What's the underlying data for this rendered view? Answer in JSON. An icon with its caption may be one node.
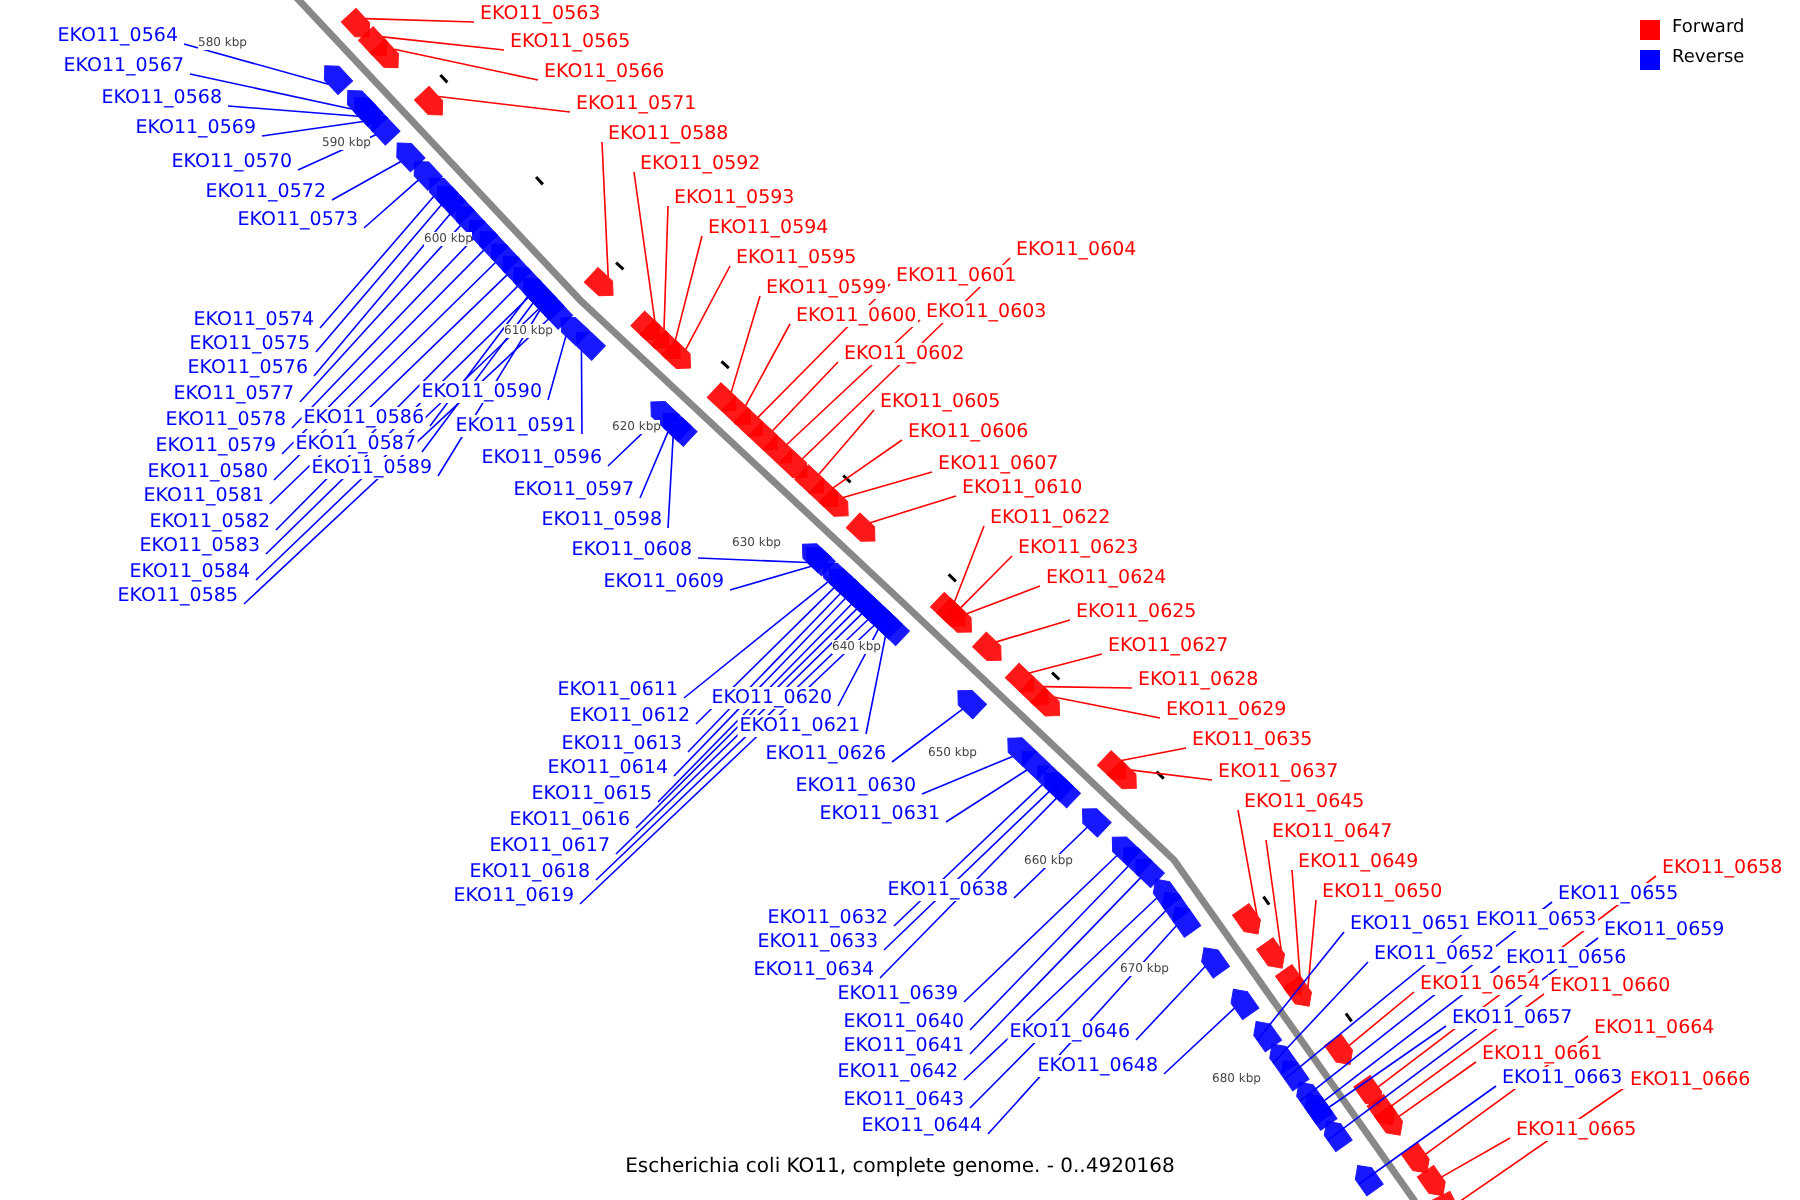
{
  "diagram": {
    "caption": "Escherichia coli KO11, complete genome. - 0..4920168",
    "nodes": [
      {
        "text": [
          "EKO11_0563"
        ]
      },
      {
        "text": [
          "EKO11_0564"
        ]
      },
      {
        "text": [
          "EKO11_0565"
        ]
      },
      {
        "text": [
          "EKO11_0566"
        ]
      },
      {
        "text": [
          "EKO11_0567"
        ]
      },
      {
        "text": [
          "EKO11_0568"
        ]
      },
      {
        "text": [
          "EKO11_0569"
        ]
      },
      {
        "text": [
          "EKO11_0570"
        ]
      },
      {
        "text": [
          "EKO11_0571"
        ]
      },
      {
        "text": [
          "EKO11_0572"
        ]
      },
      {
        "text": [
          "EKO11_0573"
        ]
      },
      {
        "text": [
          "EKO11_0574"
        ]
      },
      {
        "text": [
          "EKO11_0575"
        ]
      },
      {
        "text": [
          "EKO11_0576"
        ]
      },
      {
        "text": [
          "EKO11_0577"
        ]
      },
      {
        "text": [
          "EKO11_0578"
        ]
      },
      {
        "text": [
          "EKO11_0579"
        ]
      },
      {
        "text": [
          "EKO11_0580"
        ]
      },
      {
        "text": [
          "EKO11_0581"
        ]
      },
      {
        "text": [
          "EKO11_0582"
        ]
      },
      {
        "text": [
          "EKO11_0583"
        ]
      },
      {
        "text": [
          "EKO11_0584"
        ]
      },
      {
        "text": [
          "EKO11_0585"
        ]
      },
      {
        "text": [
          "EKO11_0586"
        ]
      },
      {
        "text": [
          "EKO11_0587"
        ]
      },
      {
        "text": [
          "EKO11_0588"
        ]
      },
      {
        "text": [
          "EKO11_0589"
        ]
      },
      {
        "text": [
          "EKO11_0590"
        ]
      },
      {
        "text": [
          "EKO11_0591"
        ]
      },
      {
        "text": [
          "EKO11_0592"
        ]
      },
      {
        "text": [
          "EKO11_0593"
        ]
      },
      {
        "text": [
          "EKO11_0594"
        ]
      },
      {
        "text": [
          "EKO11_0595"
        ]
      },
      {
        "text": [
          "EKO11_0596"
        ]
      },
      {
        "text": [
          "EKO11_0597"
        ]
      },
      {
        "text": [
          "EKO11_0598"
        ]
      },
      {
        "text": [
          "EKO11_0599"
        ]
      },
      {
        "text": [
          "EKO11_0600"
        ]
      },
      {
        "text": [
          "EKO11_0601"
        ]
      },
      {
        "text": [
          "EKO11_0602"
        ]
      },
      {
        "text": [
          "EKO11_0603"
        ]
      },
      {
        "text": [
          "EKO11_0604"
        ]
      },
      {
        "text": [
          "EKO11_0605"
        ]
      },
      {
        "text": [
          "EKO11_0606"
        ]
      },
      {
        "text": [
          "EKO11_0607"
        ]
      },
      {
        "text": [
          "EKO11_0608"
        ]
      },
      {
        "text": [
          "EKO11_0609"
        ]
      },
      {
        "text": [
          "EKO11_0610"
        ]
      },
      {
        "text": [
          "EKO11_0611"
        ]
      },
      {
        "text": [
          "EKO11_0612"
        ]
      },
      {
        "text": [
          "EKO11_0613"
        ]
      },
      {
        "text": [
          "EKO11_0614"
        ]
      },
      {
        "text": [
          "EKO11_0615"
        ]
      },
      {
        "text": [
          "EKO11_0616"
        ]
      },
      {
        "text": [
          "EKO11_0617"
        ]
      },
      {
        "text": [
          "EKO11_0618"
        ]
      },
      {
        "text": [
          "EKO11_0619"
        ]
      },
      {
        "text": [
          "EKO11_0620"
        ]
      },
      {
        "text": [
          "EKO11_0621"
        ]
      },
      {
        "text": [
          "EKO11_0622"
        ]
      },
      {
        "text": [
          "EKO11_0623"
        ]
      },
      {
        "text": [
          "EKO11_0624"
        ]
      },
      {
        "text": [
          "EKO11_0625"
        ]
      },
      {
        "text": [
          "EKO11_0626"
        ]
      },
      {
        "text": [
          "EKO11_0627"
        ]
      },
      {
        "text": [
          "EKO11_0628"
        ]
      },
      {
        "text": [
          "EKO11_0629"
        ]
      },
      {
        "text": [
          "EKO11_0630"
        ]
      },
      {
        "text": [
          "EKO11_0631"
        ]
      },
      {
        "text": [
          "EKO11_0632"
        ]
      },
      {
        "text": [
          "EKO11_0633"
        ]
      },
      {
        "text": [
          "EKO11_0634"
        ]
      },
      {
        "text": [
          "EKO11_0635"
        ]
      },
      {
        "text": [
          "EKO11_0637"
        ]
      },
      {
        "text": [
          "EKO11_0638"
        ]
      },
      {
        "text": [
          "EKO11_0639"
        ]
      },
      {
        "text": [
          "EKO11_0640"
        ]
      },
      {
        "text": [
          "EKO11_0641"
        ]
      },
      {
        "text": [
          "EKO11_0642"
        ]
      },
      {
        "text": [
          "EKO11_0643"
        ]
      },
      {
        "text": [
          "EKO11_0644"
        ]
      },
      {
        "text": [
          "EKO11_0645"
        ]
      },
      {
        "text": [
          "EKO11_0646"
        ]
      },
      {
        "text": [
          "EKO11_0647"
        ]
      },
      {
        "text": [
          "EKO11_0648"
        ]
      },
      {
        "text": [
          "EKO11_0649"
        ]
      },
      {
        "text": [
          "EKO11_0650"
        ]
      },
      {
        "text": [
          "EKO11_0651"
        ]
      },
      {
        "text": [
          "EKO11_0652"
        ]
      },
      {
        "text": [
          "EKO11_0653"
        ]
      },
      {
        "text": [
          "EKO11_0654"
        ]
      },
      {
        "text": [
          "EKO11_0655"
        ]
      },
      {
        "text": [
          "EKO11_0656"
        ]
      },
      {
        "text": [
          "EKO11_0657"
        ]
      },
      {
        "text": [
          "EKO11_0658"
        ]
      },
      {
        "text": [
          "EKO11_0659"
        ]
      },
      {
        "text": [
          "EKO11_0660"
        ]
      },
      {
        "text": [
          "EKO11_0661"
        ]
      },
      {
        "text": [
          "EKO11_0663"
        ]
      },
      {
        "text": [
          "EKO11_0664"
        ]
      },
      {
        "text": [
          "EKO11_0665"
        ]
      },
      {
        "text": [
          "EKO11_0666"
        ]
      },
      {
        "text": [],
        "shape": "arrow"
      },
      {
        "text": [],
        "shape": "arrow"
      },
      {
        "text": [],
        "shape": "arrow"
      },
      {
        "text": [],
        "shape": "arrow"
      },
      {
        "text": [],
        "shape": "arrow"
      },
      {
        "text": [],
        "shape": "arrow"
      },
      {
        "text": [],
        "shape": "arrow"
      },
      {
        "text": [],
        "shape": "arrow"
      },
      {
        "text": [],
        "shape": "arrow"
      },
      {
        "text": [],
        "shape": "arrow"
      },
      {
        "text": [],
        "shape": "arrow"
      },
      {
        "text": [],
        "shape": "arrow"
      },
      {
        "text": [],
        "shape": "arrow"
      },
      {
        "text": [],
        "shape": "arrow"
      },
      {
        "text": [],
        "shape": "arrow"
      },
      {
        "text": [],
        "shape": "arrow"
      },
      {
        "text": [],
        "shape": "arrow"
      },
      {
        "text": [],
        "shape": "arrow"
      },
      {
        "text": [],
        "shape": "arrow"
      },
      {
        "text": [],
        "shape": "arrow"
      },
      {
        "text": [],
        "shape": "arrow"
      },
      {
        "text": [],
        "shape": "arrow"
      },
      {
        "text": [],
        "shape": "arrow"
      },
      {
        "text": [],
        "shape": "arrow"
      },
      {
        "text": [],
        "shape": "arrow"
      },
      {
        "text": [],
        "shape": "arrow"
      },
      {
        "text": [],
        "shape": "arrow"
      },
      {
        "text": [],
        "shape": "arrow"
      },
      {
        "text": [],
        "shape": "arrow"
      },
      {
        "text": [],
        "shape": "arrow"
      },
      {
        "text": [],
        "shape": "arrow"
      },
      {
        "text": [],
        "shape": "arrow"
      },
      {
        "text": [],
        "shape": "arrow"
      },
      {
        "text": [],
        "shape": "arrow"
      },
      {
        "text": [],
        "shape": "arrow"
      },
      {
        "text": [],
        "shape": "arrow"
      },
      {
        "text": [],
        "shape": "arrow"
      },
      {
        "text": [],
        "shape": "arrow"
      },
      {
        "text": [],
        "shape": "arrow"
      },
      {
        "text": [],
        "shape": "arrow"
      },
      {
        "text": [],
        "shape": "arrow"
      },
      {
        "text": [],
        "shape": "arrow"
      },
      {
        "text": [],
        "shape": "arrow"
      },
      {
        "text": [],
        "shape": "arrow"
      },
      {
        "text": [],
        "shape": "arrow"
      },
      {
        "text": [],
        "shape": "arrow"
      },
      {
        "text": [],
        "shape": "arrow"
      },
      {
        "text": [],
        "shape": "arrow"
      },
      {
        "text": [],
        "shape": "arrow"
      },
      {
        "text": [],
        "shape": "arrow"
      },
      {
        "text": [],
        "shape": "arrow"
      },
      {
        "text": [],
        "shape": "arrow"
      },
      {
        "text": [],
        "shape": "arrow"
      },
      {
        "text": [],
        "shape": "arrow"
      },
      {
        "text": [],
        "shape": "arrow"
      },
      {
        "text": [],
        "shape": "arrow"
      },
      {
        "text": [],
        "shape": "arrow"
      },
      {
        "text": [],
        "shape": "arrow"
      },
      {
        "text": [],
        "shape": "arrow"
      },
      {
        "text": [],
        "shape": "arrow"
      },
      {
        "text": [],
        "shape": "arrow"
      },
      {
        "text": [],
        "shape": "arrow"
      },
      {
        "text": [],
        "shape": "arrow"
      },
      {
        "text": [],
        "shape": "arrow"
      },
      {
        "text": [],
        "shape": "arrow"
      },
      {
        "text": [],
        "shape": "arrow"
      },
      {
        "text": [],
        "shape": "arrow"
      },
      {
        "text": [],
        "shape": "arrow"
      },
      {
        "text": [],
        "shape": "arrow"
      },
      {
        "text": [],
        "shape": "arrow"
      },
      {
        "text": [],
        "shape": "arrow"
      },
      {
        "text": [],
        "shape": "arrow"
      },
      {
        "text": [],
        "shape": "arrow"
      },
      {
        "text": [],
        "shape": "arrow"
      },
      {
        "text": [],
        "shape": "arrow"
      },
      {
        "text": [],
        "shape": "arrow"
      },
      {
        "text": [],
        "shape": "arrow"
      },
      {
        "text": [],
        "shape": "arrow"
      },
      {
        "text": [],
        "shape": "arrow"
      },
      {
        "text": [],
        "shape": "arrow"
      },
      {
        "text": [],
        "shape": "arrow"
      },
      {
        "text": [],
        "shape": "arrow"
      },
      {
        "text": [],
        "shape": "arrow"
      },
      {
        "text": [],
        "shape": "arrow"
      },
      {
        "text": [],
        "shape": "arrow"
      },
      {
        "text": [],
        "shape": "arrow"
      },
      {
        "text": [],
        "shape": "arrow"
      },
      {
        "text": [],
        "shape": "arrow"
      },
      {
        "text": [],
        "shape": "arrow"
      },
      {
        "text": [],
        "shape": "arrow"
      },
      {
        "text": [],
        "shape": "arrow"
      },
      {
        "text": [],
        "shape": "arrow"
      },
      {
        "text": [],
        "shape": "arrow"
      },
      {
        "text": [],
        "shape": "arrow"
      },
      {
        "text": [],
        "shape": "arrow"
      },
      {
        "text": [],
        "shape": "arrow"
      },
      {
        "text": [],
        "shape": "arrow"
      },
      {
        "text": [],
        "shape": "arrow"
      },
      {
        "text": [],
        "shape": "arrow"
      },
      {
        "text": [],
        "shape": "arrow"
      },
      {
        "text": [],
        "shape": "arrow"
      },
      {
        "text": [],
        "shape": "arrow"
      }
    ],
    "edges": [
      {
        "from": 0,
        "to": 102,
        "arrow": "none",
        "color": "#ff0000"
      },
      {
        "from": 1,
        "to": 103,
        "arrow": "none",
        "color": "#0000ff"
      },
      {
        "from": 2,
        "to": 104,
        "arrow": "none",
        "color": "#ff0000"
      },
      {
        "from": 3,
        "to": 105,
        "arrow": "none",
        "color": "#ff0000"
      },
      {
        "from": 4,
        "to": 106,
        "arrow": "none",
        "color": "#0000ff"
      },
      {
        "from": 5,
        "to": 107,
        "arrow": "none",
        "color": "#0000ff"
      },
      {
        "from": 6,
        "to": 108,
        "arrow": "none",
        "color": "#0000ff"
      },
      {
        "from": 7,
        "to": 109,
        "arrow": "none",
        "color": "#0000ff"
      },
      {
        "from": 8,
        "to": 110,
        "arrow": "none",
        "color": "#ff0000"
      },
      {
        "from": 9,
        "to": 111,
        "arrow": "none",
        "color": "#0000ff"
      },
      {
        "from": 10,
        "to": 112,
        "arrow": "none",
        "color": "#0000ff"
      },
      {
        "from": 11,
        "to": 113,
        "arrow": "none",
        "color": "#0000ff"
      },
      {
        "from": 12,
        "to": 114,
        "arrow": "none",
        "color": "#0000ff"
      },
      {
        "from": 13,
        "to": 115,
        "arrow": "none",
        "color": "#0000ff"
      },
      {
        "from": 14,
        "to": 116,
        "arrow": "none",
        "color": "#0000ff"
      },
      {
        "from": 15,
        "to": 117,
        "arrow": "none",
        "color": "#0000ff"
      },
      {
        "from": 16,
        "to": 118,
        "arrow": "none",
        "color": "#0000ff"
      },
      {
        "from": 17,
        "to": 119,
        "arrow": "none",
        "color": "#0000ff"
      },
      {
        "from": 18,
        "to": 120,
        "arrow": "none",
        "color": "#0000ff"
      },
      {
        "from": 19,
        "to": 121,
        "arrow": "none",
        "color": "#0000ff"
      },
      {
        "from": 20,
        "to": 122,
        "arrow": "none",
        "color": "#0000ff"
      },
      {
        "from": 21,
        "to": 123,
        "arrow": "none",
        "color": "#0000ff"
      },
      {
        "from": 22,
        "to": 124,
        "arrow": "none",
        "color": "#0000ff"
      },
      {
        "from": 23,
        "to": 125,
        "arrow": "none",
        "color": "#0000ff"
      },
      {
        "from": 24,
        "to": 126,
        "arrow": "none",
        "color": "#0000ff"
      },
      {
        "from": 25,
        "to": 127,
        "arrow": "none",
        "color": "#ff0000"
      },
      {
        "from": 26,
        "to": 128,
        "arrow": "none",
        "color": "#0000ff"
      },
      {
        "from": 27,
        "to": 129,
        "arrow": "none",
        "color": "#0000ff"
      },
      {
        "from": 28,
        "to": 130,
        "arrow": "none",
        "color": "#0000ff"
      },
      {
        "from": 29,
        "to": 131,
        "arrow": "none",
        "color": "#ff0000"
      },
      {
        "from": 30,
        "to": 132,
        "arrow": "none",
        "color": "#ff0000"
      },
      {
        "from": 31,
        "to": 133,
        "arrow": "none",
        "color": "#ff0000"
      },
      {
        "from": 32,
        "to": 134,
        "arrow": "none",
        "color": "#ff0000"
      },
      {
        "from": 33,
        "to": 135,
        "arrow": "none",
        "color": "#0000ff"
      },
      {
        "from": 34,
        "to": 136,
        "arrow": "none",
        "color": "#0000ff"
      },
      {
        "from": 35,
        "to": 137,
        "arrow": "none",
        "color": "#0000ff"
      },
      {
        "from": 36,
        "to": 138,
        "arrow": "none",
        "color": "#ff0000"
      },
      {
        "from": 37,
        "to": 139,
        "arrow": "none",
        "color": "#ff0000"
      },
      {
        "from": 38,
        "to": 140,
        "arrow": "none",
        "color": "#ff0000"
      },
      {
        "from": 39,
        "to": 141,
        "arrow": "none",
        "color": "#ff0000"
      },
      {
        "from": 40,
        "to": 142,
        "arrow": "none",
        "color": "#ff0000"
      },
      {
        "from": 41,
        "to": 143,
        "arrow": "none",
        "color": "#ff0000"
      },
      {
        "from": 42,
        "to": 144,
        "arrow": "none",
        "color": "#ff0000"
      },
      {
        "from": 43,
        "to": 145,
        "arrow": "none",
        "color": "#ff0000"
      },
      {
        "from": 44,
        "to": 146,
        "arrow": "none",
        "color": "#ff0000"
      },
      {
        "from": 45,
        "to": 147,
        "arrow": "none",
        "color": "#0000ff"
      },
      {
        "from": 46,
        "to": 148,
        "arrow": "none",
        "color": "#0000ff"
      },
      {
        "from": 47,
        "to": 149,
        "arrow": "none",
        "color": "#ff0000"
      },
      {
        "from": 48,
        "to": 150,
        "arrow": "none",
        "color": "#0000ff"
      },
      {
        "from": 49,
        "to": 151,
        "arrow": "none",
        "color": "#0000ff"
      },
      {
        "from": 50,
        "to": 152,
        "arrow": "none",
        "color": "#0000ff"
      },
      {
        "from": 51,
        "to": 153,
        "arrow": "none",
        "color": "#0000ff"
      },
      {
        "from": 52,
        "to": 154,
        "arrow": "none",
        "color": "#0000ff"
      },
      {
        "from": 53,
        "to": 155,
        "arrow": "none",
        "color": "#0000ff"
      },
      {
        "from": 54,
        "to": 156,
        "arrow": "none",
        "color": "#0000ff"
      },
      {
        "from": 55,
        "to": 157,
        "arrow": "none",
        "color": "#0000ff"
      },
      {
        "from": 56,
        "to": 158,
        "arrow": "none",
        "color": "#0000ff"
      },
      {
        "from": 57,
        "to": 159,
        "arrow": "none",
        "color": "#0000ff"
      },
      {
        "from": 58,
        "to": 160,
        "arrow": "none",
        "color": "#0000ff"
      },
      {
        "from": 59,
        "to": 161,
        "arrow": "none",
        "color": "#ff0000"
      },
      {
        "from": 60,
        "to": 162,
        "arrow": "none",
        "color": "#ff0000"
      },
      {
        "from": 61,
        "to": 163,
        "arrow": "none",
        "color": "#ff0000"
      },
      {
        "from": 62,
        "to": 164,
        "arrow": "none",
        "color": "#ff0000"
      },
      {
        "from": 63,
        "to": 165,
        "arrow": "none",
        "color": "#0000ff"
      },
      {
        "from": 64,
        "to": 166,
        "arrow": "none",
        "color": "#ff0000"
      },
      {
        "from": 65,
        "to": 167,
        "arrow": "none",
        "color": "#ff0000"
      },
      {
        "from": 66,
        "to": 168,
        "arrow": "none",
        "color": "#ff0000"
      },
      {
        "from": 67,
        "to": 169,
        "arrow": "none",
        "color": "#0000ff"
      },
      {
        "from": 68,
        "to": 170,
        "arrow": "none",
        "color": "#0000ff"
      },
      {
        "from": 69,
        "to": 171,
        "arrow": "none",
        "color": "#0000ff"
      },
      {
        "from": 70,
        "to": 172,
        "arrow": "none",
        "color": "#0000ff"
      },
      {
        "from": 71,
        "to": 173,
        "arrow": "none",
        "color": "#0000ff"
      },
      {
        "from": 72,
        "to": 174,
        "arrow": "none",
        "color": "#ff0000"
      },
      {
        "from": 73,
        "to": 175,
        "arrow": "none",
        "color": "#ff0000"
      },
      {
        "from": 74,
        "to": 176,
        "arrow": "none",
        "color": "#0000ff"
      },
      {
        "from": 75,
        "to": 177,
        "arrow": "none",
        "color": "#0000ff"
      },
      {
        "from": 76,
        "to": 178,
        "arrow": "none",
        "color": "#0000ff"
      },
      {
        "from": 77,
        "to": 179,
        "arrow": "none",
        "color": "#0000ff"
      },
      {
        "from": 78,
        "to": 180,
        "arrow": "none",
        "color": "#0000ff"
      },
      {
        "from": 79,
        "to": 181,
        "arrow": "none",
        "color": "#0000ff"
      },
      {
        "from": 80,
        "to": 182,
        "arrow": "none",
        "color": "#0000ff"
      },
      {
        "from": 81,
        "to": 183,
        "arrow": "none",
        "color": "#ff0000"
      },
      {
        "from": 82,
        "to": 184,
        "arrow": "none",
        "color": "#0000ff"
      },
      {
        "from": 83,
        "to": 185,
        "arrow": "none",
        "color": "#ff0000"
      },
      {
        "from": 84,
        "to": 186,
        "arrow": "none",
        "color": "#0000ff"
      },
      {
        "from": 85,
        "to": 187,
        "arrow": "none",
        "color": "#ff0000"
      },
      {
        "from": 86,
        "to": 188,
        "arrow": "none",
        "color": "#ff0000"
      },
      {
        "from": 87,
        "to": 189,
        "arrow": "none",
        "color": "#0000ff"
      },
      {
        "from": 88,
        "to": 190,
        "arrow": "none",
        "color": "#0000ff"
      },
      {
        "from": 89,
        "to": 191,
        "arrow": "none",
        "color": "#0000ff"
      },
      {
        "from": 90,
        "to": 192,
        "arrow": "none",
        "color": "#ff0000"
      },
      {
        "from": 91,
        "to": 193,
        "arrow": "none",
        "color": "#0000ff"
      },
      {
        "from": 92,
        "to": 194,
        "arrow": "none",
        "color": "#0000ff"
      },
      {
        "from": 93,
        "to": 195,
        "arrow": "none",
        "color": "#0000ff"
      },
      {
        "from": 94,
        "to": 196,
        "arrow": "none",
        "color": "#ff0000"
      },
      {
        "from": 95,
        "to": 197,
        "arrow": "none",
        "color": "#0000ff"
      },
      {
        "from": 96,
        "to": 198,
        "arrow": "none",
        "color": "#ff0000"
      },
      {
        "from": 97,
        "to": 199,
        "arrow": "none",
        "color": "#ff0000"
      },
      {
        "from": 98,
        "to": 200,
        "arrow": "none",
        "color": "#0000ff"
      },
      {
        "from": 99,
        "to": 201,
        "arrow": "none",
        "color": "#ff0000"
      },
      {
        "from": 100,
        "to": 202,
        "arrow": "none",
        "color": "#ff0000"
      },
      {
        "from": 101,
        "to": 203,
        "arrow": "none",
        "color": "#ff0000"
      }
    ],
    "labels": [
      "580 kbp",
      "590 kbp",
      "600 kbp",
      "610 kbp",
      "620 kbp",
      "630 kbp",
      "640 kbp",
      "650 kbp",
      "660 kbp",
      "670 kbp",
      "680 kbp"
    ],
    "legend": [
      {
        "text": "Forward",
        "color": "#ff0000"
      },
      {
        "text": "Reverse",
        "color": "#0000ff"
      }
    ]
  }
}
